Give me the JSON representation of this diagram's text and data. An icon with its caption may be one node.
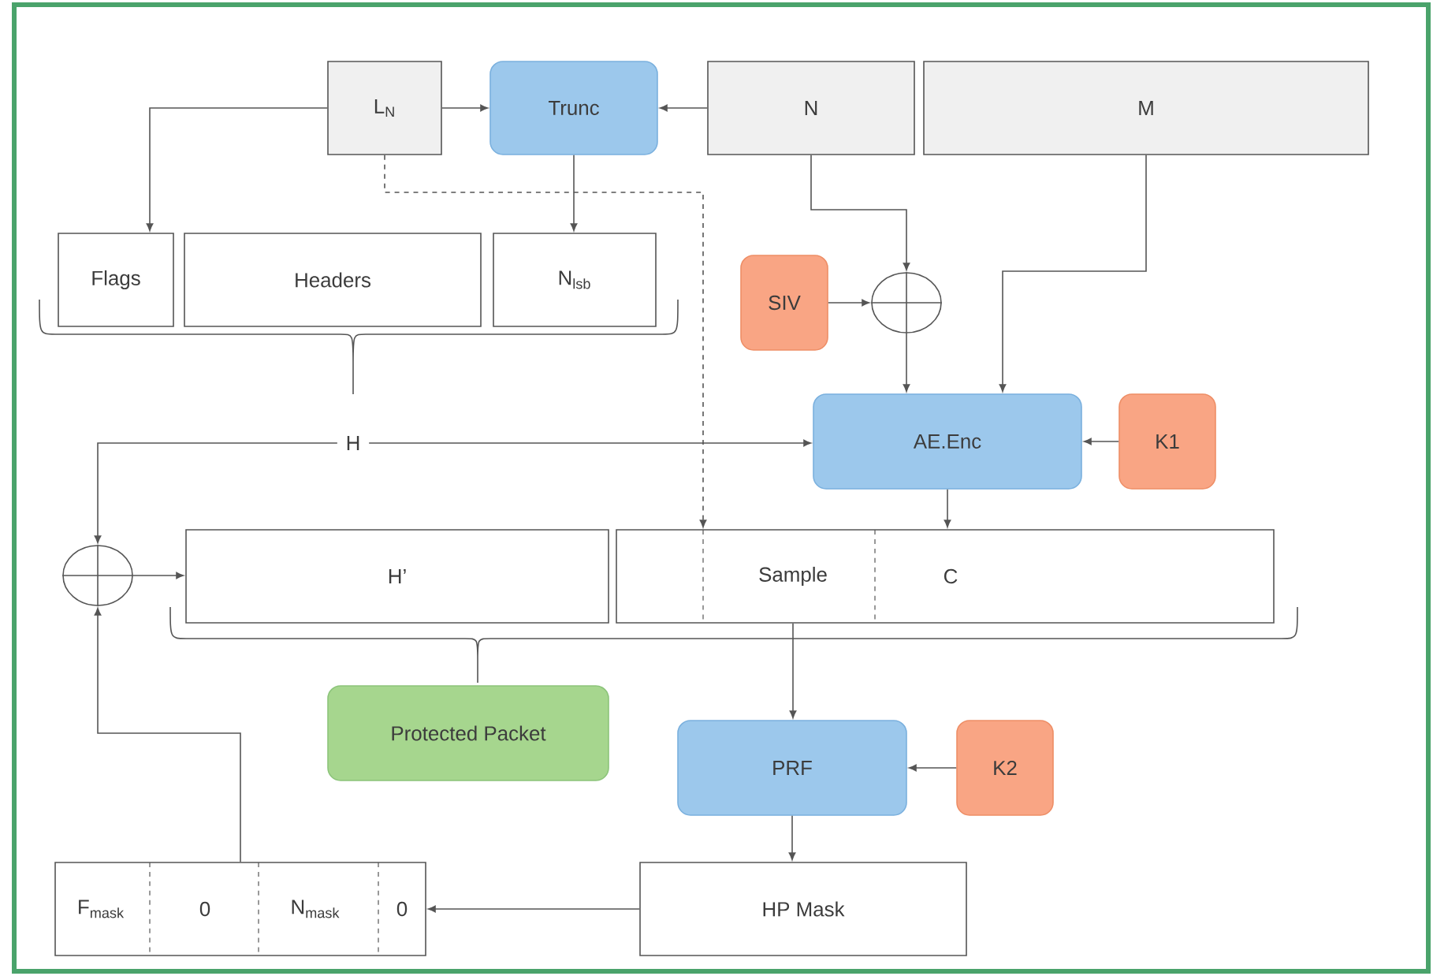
{
  "diagram": {
    "nodes": [
      {
        "text": [
          "L$_{N}$"
        ]
      },
      {
        "text": [
          "Trunc"
        ]
      },
      {
        "text": [
          "N"
        ]
      },
      {
        "text": [
          "M"
        ]
      },
      {
        "text": [
          "Flags"
        ]
      },
      {
        "text": [
          "Headers"
        ]
      },
      {
        "text": [
          "N$_{lsb}$"
        ]
      },
      {
        "text": [
          "SIV"
        ]
      },
      {
        "text": [],
        "shape": "circle"
      },
      {
        "text": [
          "H"
        ]
      },
      {
        "text": [
          "AE.Enc"
        ]
      },
      {
        "text": [
          "K1"
        ]
      },
      {
        "text": [],
        "shape": "circle"
      },
      {
        "text": [
          "H’"
        ]
      },
      {
        "text": [
          "Sample",
          "C"
        ]
      },
      {
        "text": [
          "Protected Packet"
        ]
      },
      {
        "text": [
          "PRF"
        ]
      },
      {
        "text": [
          "K2"
        ]
      },
      {
        "text": [
          "F$_{mask}$",
          "0",
          "N$_{mask}$",
          "0"
        ]
      },
      {
        "text": [
          "HP Mask"
        ]
      }
    ],
    "edges": [
      {
        "from": 0,
        "to": 4,
        "arrow": "to"
      },
      {
        "from": 0,
        "to": 1,
        "arrow": "to"
      },
      {
        "from": 2,
        "to": 1,
        "arrow": "to"
      },
      {
        "from": 1,
        "to": 6,
        "arrow": "to"
      },
      {
        "from": 0,
        "to": 14,
        "arrow": "to",
        "style": "dashed"
      },
      {
        "from": 2,
        "to": 8,
        "arrow": "to"
      },
      {
        "from": 7,
        "to": 8,
        "arrow": "to"
      },
      {
        "from": 8,
        "to": 10,
        "arrow": "to"
      },
      {
        "from": 3,
        "to": 10,
        "arrow": "to"
      },
      {
        "from": 11,
        "to": 10,
        "arrow": "to"
      },
      {
        "from": 9,
        "to": 10,
        "arrow": "to"
      },
      {
        "from": 9,
        "to": 12,
        "arrow": "to"
      },
      {
        "from": 10,
        "to": 14,
        "arrow": "to"
      },
      {
        "from": 12,
        "to": 13,
        "arrow": "to"
      },
      {
        "from": 18,
        "to": 12,
        "arrow": "to"
      },
      {
        "from": 14,
        "to": 16,
        "arrow": "to"
      },
      {
        "from": 17,
        "to": 16,
        "arrow": "to"
      },
      {
        "from": 16,
        "to": 19,
        "arrow": "to"
      },
      {
        "from": 19,
        "to": 18,
        "arrow": "to"
      }
    ]
  }
}
